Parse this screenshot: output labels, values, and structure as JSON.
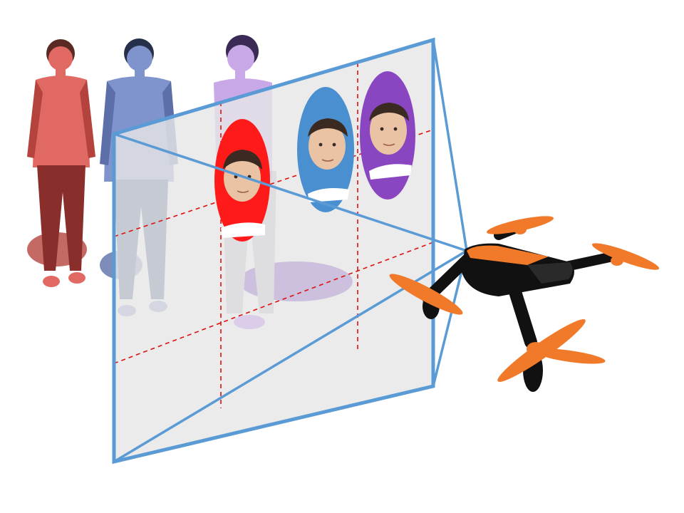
{
  "scene": {
    "people": [
      {
        "id": "person-red",
        "color": "#e06a63",
        "shade": "#b5433d",
        "pants": "#8a2e2c"
      },
      {
        "id": "person-blue",
        "color": "#7f93cc",
        "shade": "#5c6fa8",
        "pants": "#2f4a7a"
      },
      {
        "id": "person-purple",
        "color": "#c9a8e8",
        "shade": "#a98bd0",
        "pants": "#cfcfd6"
      }
    ],
    "face_ovals": [
      {
        "id": "face-red",
        "color": "#ff1a1a"
      },
      {
        "id": "face-blue",
        "color": "#4a90d0"
      },
      {
        "id": "face-purple",
        "color": "#8a45c0"
      }
    ],
    "image_plane": {
      "frame_color": "#5b9bd5",
      "fill_color": "#e6e6e6",
      "grid_color": "#dd1111"
    },
    "drone": {
      "body_color": "#111111",
      "accent_color": "#f07a2a"
    }
  }
}
